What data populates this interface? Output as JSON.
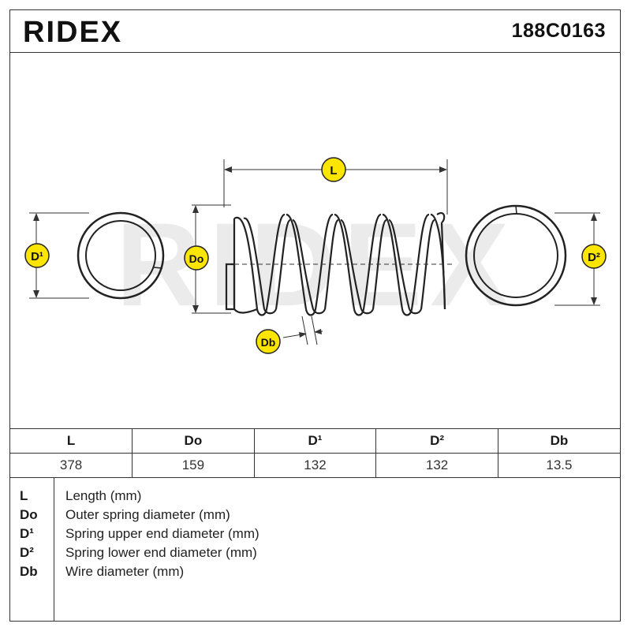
{
  "header": {
    "brand": "RIDEX",
    "part_number": "188C0163"
  },
  "drawing": {
    "watermark": "RIDEX",
    "labels": {
      "length": "L",
      "outer_diameter": "Do",
      "upper_diameter": "D¹",
      "lower_diameter": "D²",
      "wire_diameter": "Db"
    },
    "colors": {
      "badge": "#fce500",
      "line": "#222222",
      "watermark": "#e6e6e6"
    },
    "icons": [
      "spring-coil-icon",
      "spring-end-ring-icon"
    ]
  },
  "table": {
    "headers": [
      "L",
      "Do",
      "D¹",
      "D²",
      "Db"
    ],
    "values": [
      "378",
      "159",
      "132",
      "132",
      "13.5"
    ]
  },
  "legend": [
    {
      "key": "L",
      "desc": "Length (mm)"
    },
    {
      "key": "Do",
      "desc": "Outer spring diameter (mm)"
    },
    {
      "key": "D¹",
      "desc": "Spring upper end diameter (mm)"
    },
    {
      "key": "D²",
      "desc": "Spring lower end diameter (mm)"
    },
    {
      "key": "Db",
      "desc": "Wire diameter (mm)"
    }
  ],
  "brand_color": "#fce500"
}
